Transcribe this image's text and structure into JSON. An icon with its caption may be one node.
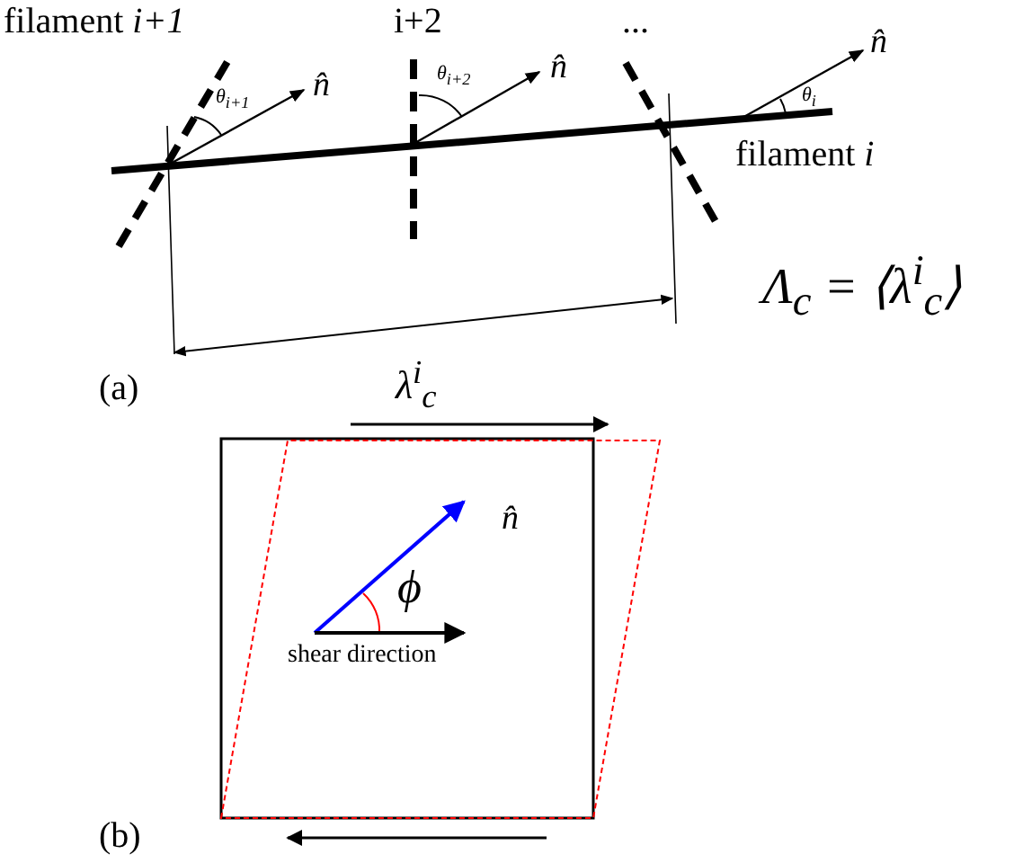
{
  "diagram": {
    "labels": [
      "filament *i+1*",
      "i+2",
      "...",
      "θ$_{i+1}$",
      "n̂",
      "θ$_{i+2}$",
      "n̂",
      "n̂",
      "θ$_{i}$",
      "filament *i*",
      "Λ$_{c}$ = ⟨λ$^{i}$$_{c}$⟩",
      "(a)",
      "λ$^{i}$$_{c}$",
      "n̂",
      "ϕ",
      "shear direction",
      "(b)"
    ]
  }
}
